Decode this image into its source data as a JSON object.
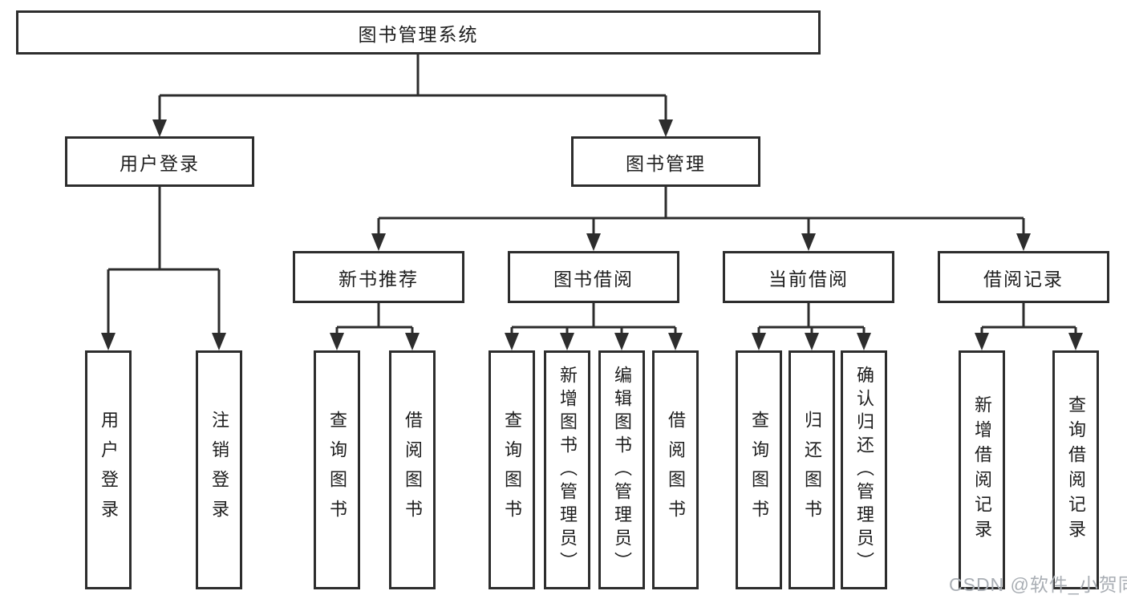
{
  "diagram": {
    "root": {
      "label": "图书管理系统"
    },
    "branches": [
      {
        "label": "用户登录",
        "children": [
          {
            "label": "用户登录"
          },
          {
            "label": "注销登录"
          }
        ]
      },
      {
        "label": "图书管理",
        "children": [
          {
            "label": "新书推荐",
            "children": [
              {
                "label": "查询图书"
              },
              {
                "label": "借阅图书"
              }
            ]
          },
          {
            "label": "图书借阅",
            "children": [
              {
                "label": "查询图书"
              },
              {
                "label": "新增图书（管理员）"
              },
              {
                "label": "编辑图书（管理员）"
              },
              {
                "label": "借阅图书"
              }
            ]
          },
          {
            "label": "当前借阅",
            "children": [
              {
                "label": "查询图书"
              },
              {
                "label": "归还图书"
              },
              {
                "label": "确认归还（管理员）"
              }
            ]
          },
          {
            "label": "借阅记录",
            "children": [
              {
                "label": "新增借阅记录"
              },
              {
                "label": "查询借阅记录"
              }
            ]
          }
        ]
      }
    ]
  },
  "watermark": {
    "text": "CSDN @软件_小贺同学"
  },
  "colors": {
    "line": "#2d2d2d",
    "box_border": "#2d2d2d",
    "text": "#1e1e1e",
    "watermark": "#a9aeb4",
    "background": "#ffffff"
  }
}
